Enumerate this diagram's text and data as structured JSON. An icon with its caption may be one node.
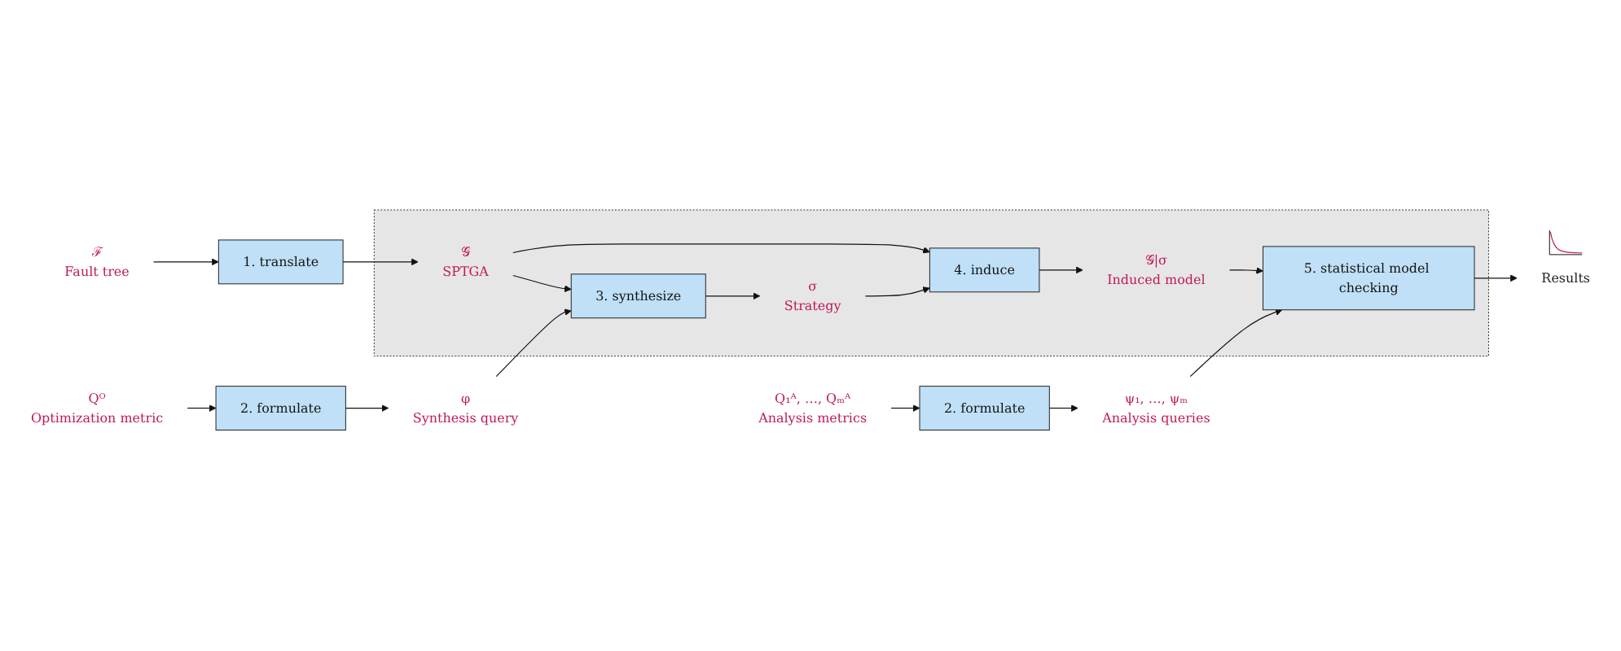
{
  "diagram": {
    "nodes": [
      {
        "text": [],
        "shape": "box"
      },
      {
        "text": [
          "ℱ"
        ],
        "beside": [
          "Fault tree"
        ]
      },
      {
        "text": [
          "1. translate"
        ]
      },
      {
        "text": [
          "𝒢"
        ],
        "beside": [
          "SPTGA"
        ],
        "in": 0
      },
      {
        "text": [
          "3. synthesize"
        ],
        "in": 0
      },
      {
        "text": [
          "σ"
        ],
        "beside": [
          "Strategy"
        ],
        "in": 0
      },
      {
        "text": [
          "4. induce"
        ],
        "in": 0
      },
      {
        "text": [
          "𝒢|σ"
        ],
        "beside": [
          "Induced model"
        ],
        "in": 0
      },
      {
        "text": [
          "5. statistical model checking"
        ],
        "in": 0
      },
      {
        "text": [
          "Results"
        ]
      },
      {
        "text": [
          "Qᴼ"
        ],
        "beside": [
          "Optimization metric"
        ]
      },
      {
        "text": [
          "2. formulate"
        ]
      },
      {
        "text": [
          "φ"
        ],
        "beside": [
          "Synthesis query"
        ]
      },
      {
        "text": [
          "Q₁ᴬ, …, Qₘᴬ"
        ],
        "beside": [
          "Analysis metrics"
        ]
      },
      {
        "text": [
          "2. formulate"
        ]
      },
      {
        "text": [
          "ψ₁, …, ψₘ"
        ],
        "beside": [
          "Analysis queries"
        ]
      }
    ],
    "edges": [
      {
        "from": 1,
        "to": 2,
        "arrow": "to"
      },
      {
        "from": 2,
        "to": 3,
        "arrow": "to"
      },
      {
        "from": 3,
        "to": 4,
        "arrow": "to"
      },
      {
        "from": 3,
        "to": 6,
        "arrow": "to"
      },
      {
        "from": 4,
        "to": 5,
        "arrow": "to"
      },
      {
        "from": 5,
        "to": 6,
        "arrow": "to"
      },
      {
        "from": 6,
        "to": 7,
        "arrow": "to"
      },
      {
        "from": 7,
        "to": 8,
        "arrow": "to"
      },
      {
        "from": 8,
        "to": 9,
        "arrow": "to"
      },
      {
        "from": 10,
        "to": 11,
        "arrow": "to"
      },
      {
        "from": 11,
        "to": 12,
        "arrow": "to"
      },
      {
        "from": 12,
        "to": 4,
        "arrow": "to"
      },
      {
        "from": 13,
        "to": 14,
        "arrow": "to"
      },
      {
        "from": 14,
        "to": 15,
        "arrow": "to"
      },
      {
        "from": 15,
        "to": 8,
        "arrow": "to"
      }
    ]
  }
}
